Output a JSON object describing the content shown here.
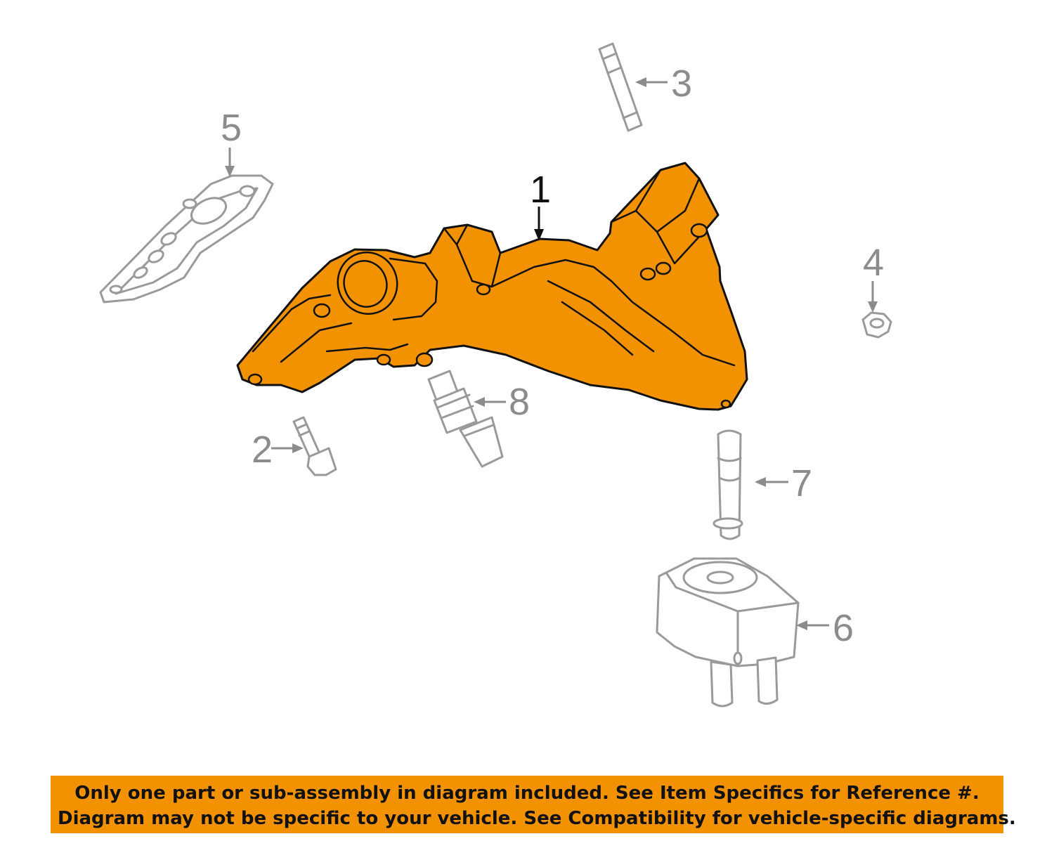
{
  "colors": {
    "highlight_part": "#f39200",
    "ghost_part_outline": "#9a9a9a",
    "callout_grey": "#8c8c8c",
    "callout_main": "#111111",
    "disclaimer_background": "#f39200"
  },
  "callouts": [
    {
      "id": "callout-1",
      "label": "1",
      "highlighted": true
    },
    {
      "id": "callout-2",
      "label": "2",
      "highlighted": false
    },
    {
      "id": "callout-3",
      "label": "3",
      "highlighted": false
    },
    {
      "id": "callout-4",
      "label": "4",
      "highlighted": false
    },
    {
      "id": "callout-5",
      "label": "5",
      "highlighted": false
    },
    {
      "id": "callout-6",
      "label": "6",
      "highlighted": false
    },
    {
      "id": "callout-7",
      "label": "7",
      "highlighted": false
    },
    {
      "id": "callout-8",
      "label": "8",
      "highlighted": false
    }
  ],
  "disclaimer": {
    "line1": "Only one part or sub-assembly in diagram included. See Item Specifics for Reference #.",
    "line2": "Diagram may not be specific to your vehicle. See Compatibility for vehicle-specific diagrams."
  }
}
